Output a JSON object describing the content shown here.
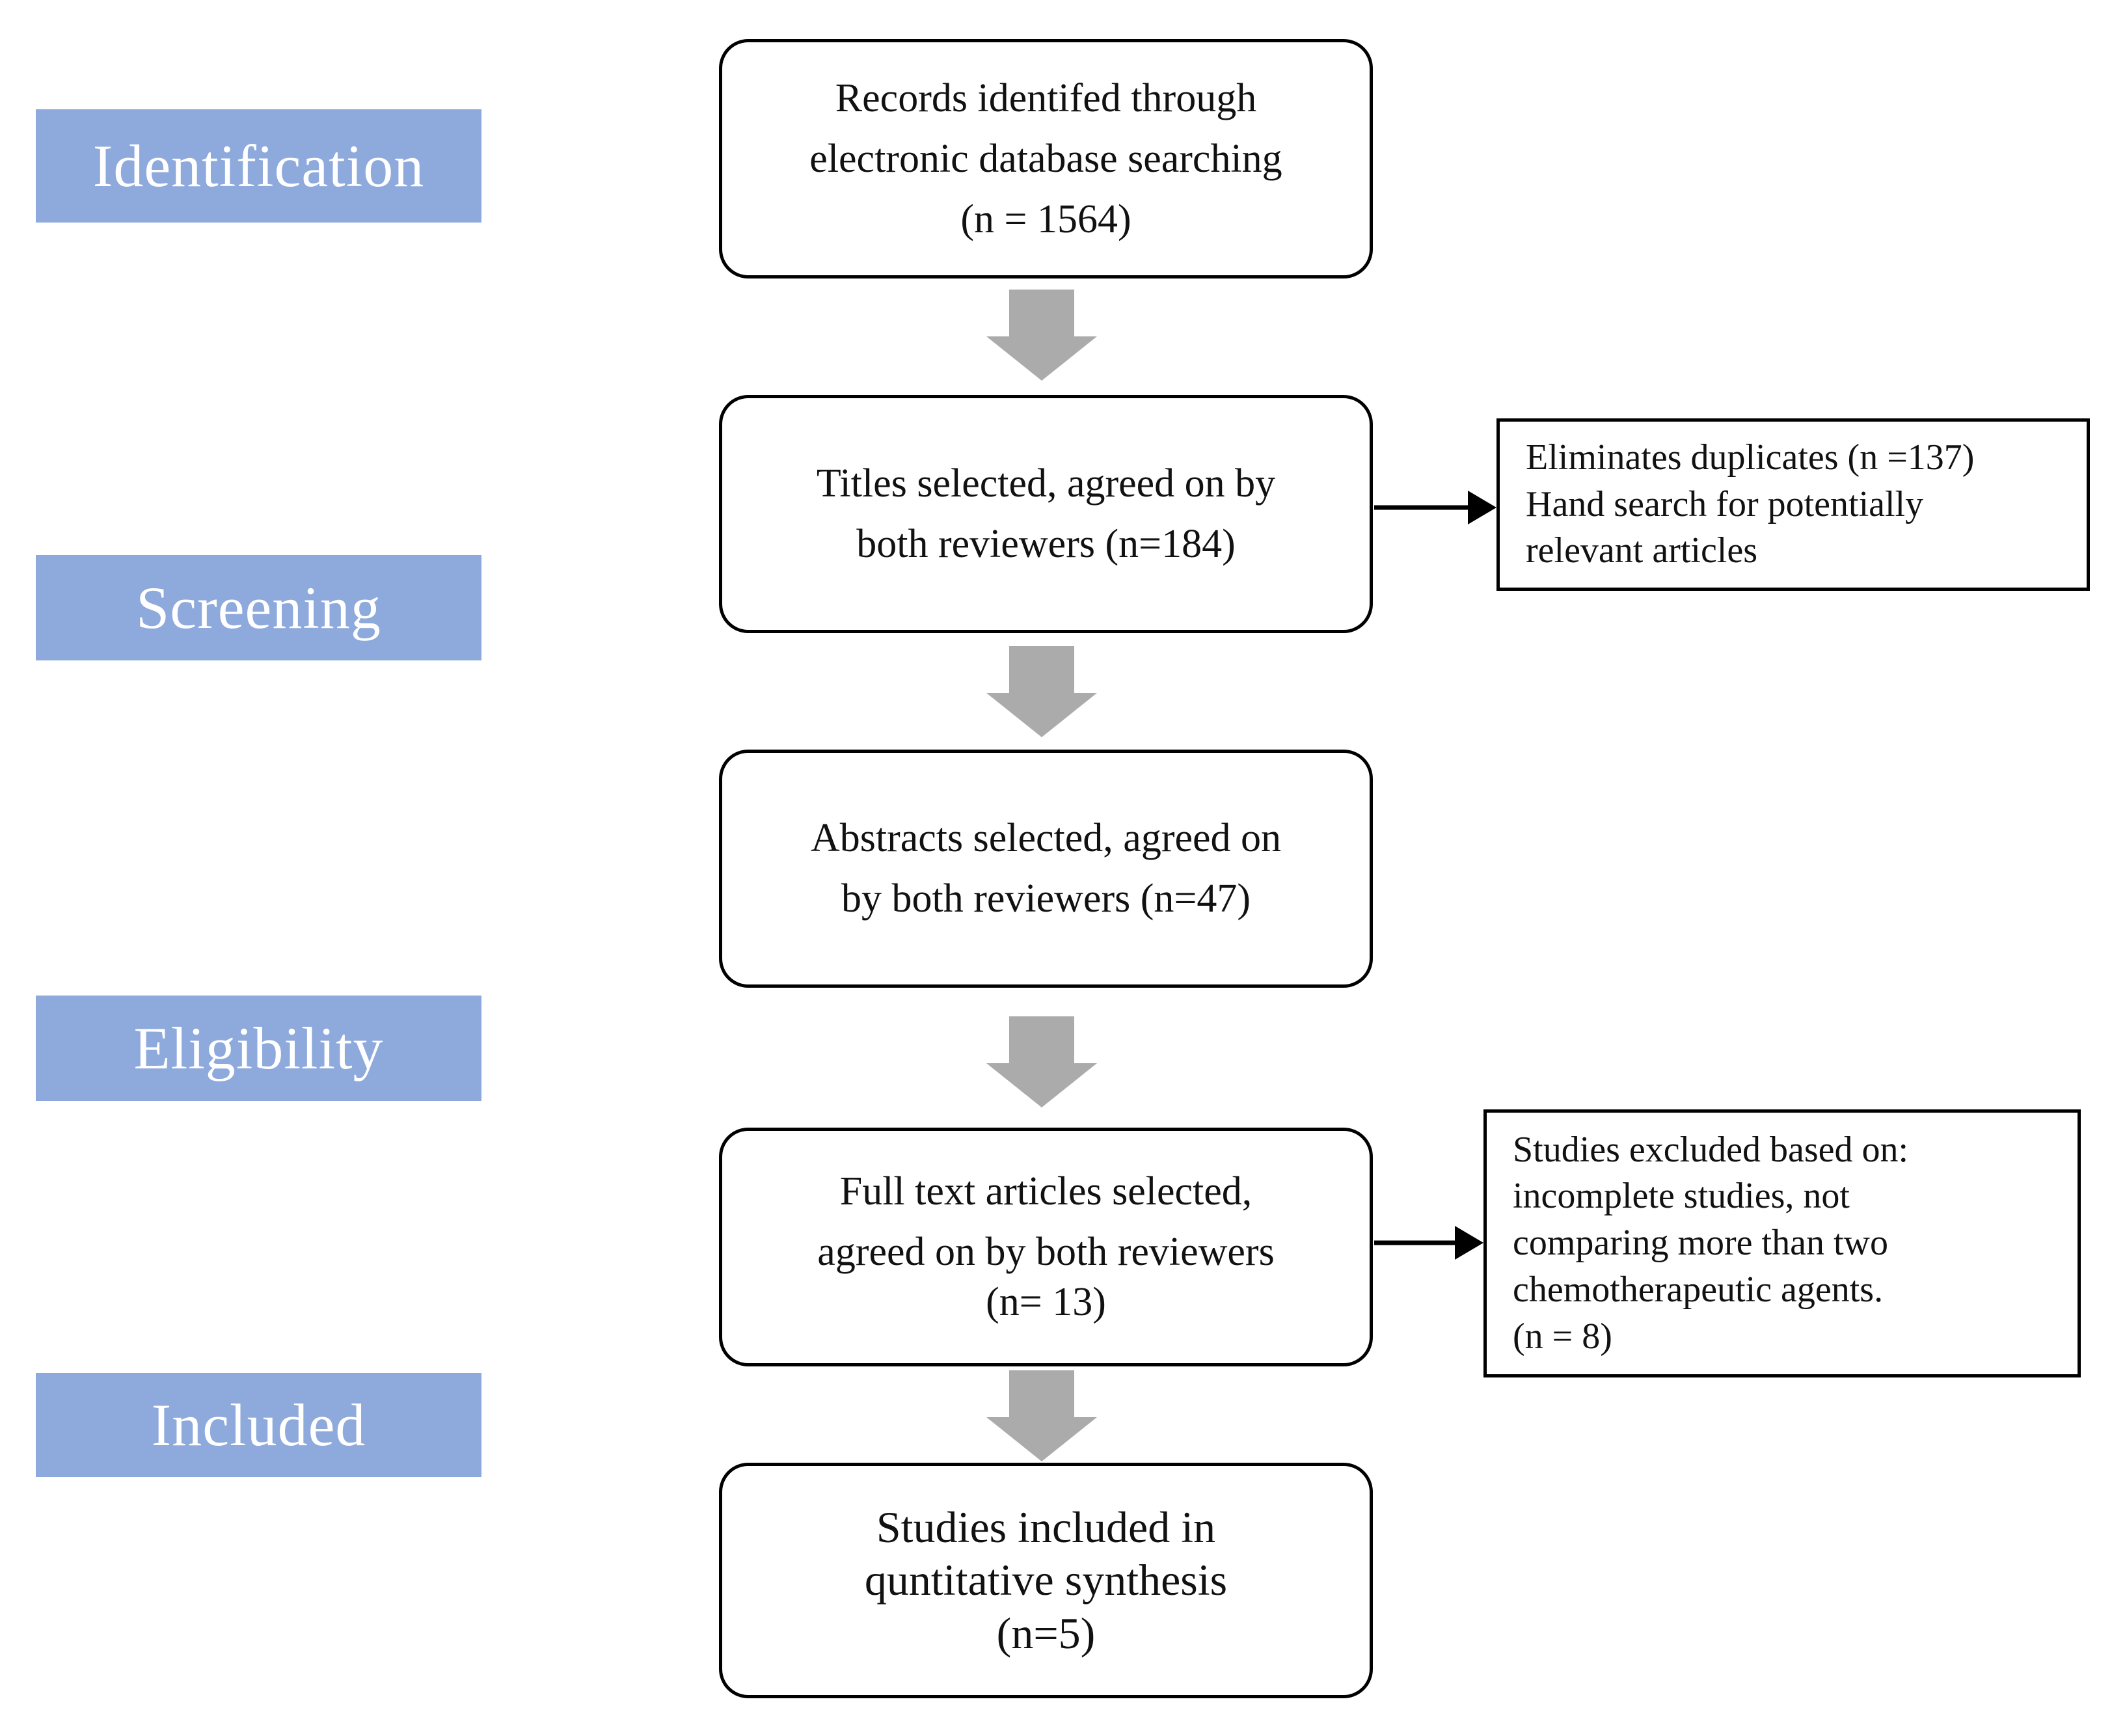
{
  "diagram": {
    "stages": [
      {
        "label": "Identification"
      },
      {
        "label": "Screening"
      },
      {
        "label": "Eligibility"
      },
      {
        "label": "Included"
      }
    ],
    "flow_boxes": [
      {
        "lines": [
          "Records identifed through",
          "electronic database searching",
          "(n = 1564)"
        ]
      },
      {
        "lines": [
          "Titles selected, agreed on by",
          "both reviewers (n=184)"
        ]
      },
      {
        "lines": [
          "Abstracts selected, agreed on",
          "by both reviewers (n=47)"
        ]
      },
      {
        "lines": [
          "Full text articles selected,",
          "agreed on by both reviewers",
          "(n= 13)"
        ]
      },
      {
        "lines": [
          "Studies included in",
          "quntitative synthesis",
          "(n=5)"
        ]
      }
    ],
    "side_boxes": [
      {
        "lines": [
          "Eliminates duplicates (n =137)",
          "Hand search for potentially",
          "relevant articles"
        ]
      },
      {
        "lines": [
          "Studies excluded based on:",
          "incomplete studies, not",
          "comparing more than two",
          "chemotherapeutic agents.",
          "(n = 8)"
        ]
      }
    ],
    "colors": {
      "stage_background": "#8EA9DB",
      "stage_text": "#FFFFFF",
      "arrow_gray": "#ABABAB",
      "box_border": "#000000",
      "box_text": "#111111",
      "background": "#FFFFFF"
    }
  }
}
